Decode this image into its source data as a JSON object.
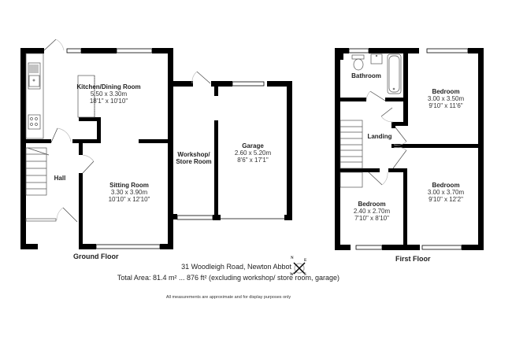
{
  "ground_floor": {
    "title": "Ground Floor",
    "rooms": [
      {
        "name": "Kitchen/Dining Room",
        "metric": "5.50 x 3.30m",
        "imperial": "18'1\" x 10'10\""
      },
      {
        "name": "Hall",
        "metric": "",
        "imperial": ""
      },
      {
        "name": "Sitting Room",
        "metric": "3.30 x 3.90m",
        "imperial": "10'10\" x 12'10\""
      },
      {
        "name": "Workshop/",
        "name2": "Store Room",
        "metric": "",
        "imperial": ""
      },
      {
        "name": "Garage",
        "metric": "2.60 x 5.20m",
        "imperial": "8'6\" x 17'1\""
      }
    ]
  },
  "first_floor": {
    "title": "First Floor",
    "rooms": [
      {
        "name": "Bathroom",
        "metric": "",
        "imperial": ""
      },
      {
        "name": "Bedroom",
        "metric": "3.00 x 3.50m",
        "imperial": "9'10\" x 11'6\""
      },
      {
        "name": "Landing",
        "metric": "",
        "imperial": ""
      },
      {
        "name": "Bedroom",
        "metric": "2.40 x 2.70m",
        "imperial": "7'10\" x 8'10\""
      },
      {
        "name": "Bedroom",
        "metric": "3.00 x 3.70m",
        "imperial": "9'10\" x 12'2\""
      }
    ]
  },
  "compass": {
    "n": "N",
    "e": "E",
    "s": "S",
    "w": "W"
  },
  "footer": {
    "address": "31 Woodleigh Road, Newton Abbot",
    "total_area": "Total Area: 81.4 m² ... 876 ft² (excluding workshop/ store room, garage)",
    "disclaimer": "All measurements are approximate and for display purposes only"
  }
}
